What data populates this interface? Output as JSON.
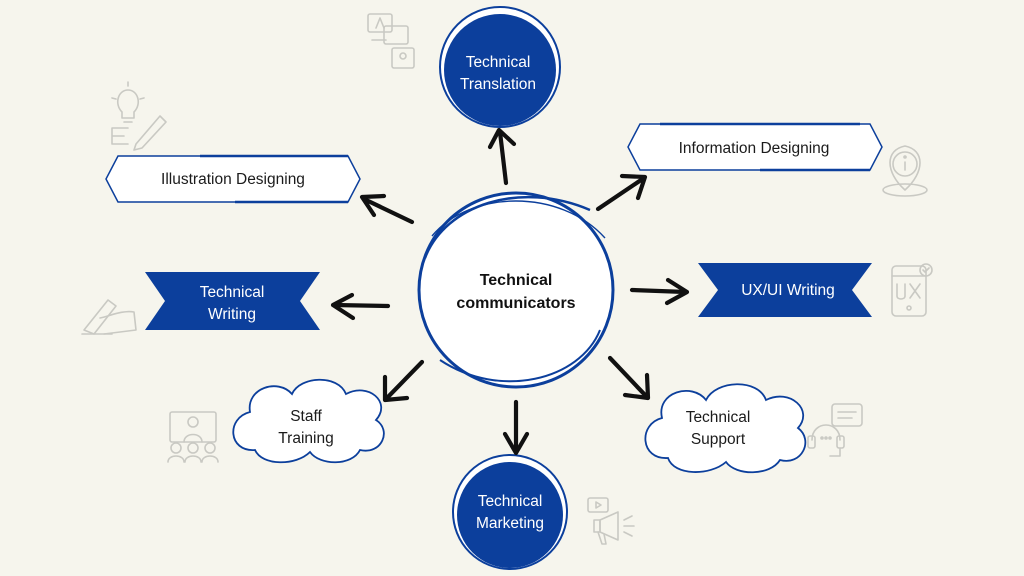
{
  "center": {
    "line1": "Technical",
    "line2": "communicators"
  },
  "nodes": {
    "translation": {
      "line1": "Technical",
      "line2": "Translation"
    },
    "information": {
      "label": "Information Designing"
    },
    "illustration": {
      "label": "Illustration Designing"
    },
    "writing": {
      "line1": "Technical",
      "line2": "Writing"
    },
    "ux": {
      "label": "UX/UI Writing"
    },
    "training": {
      "line1": "Staff",
      "line2": "Training"
    },
    "support": {
      "line1": "Technical",
      "line2": "Support"
    },
    "marketing": {
      "line1": "Technical",
      "line2": "Marketing"
    }
  },
  "colors": {
    "primary": "#0c3f9c",
    "background": "#f6f5ed",
    "arrow": "#111111",
    "icon": "#c9c9c3"
  },
  "icons": [
    "translate-icon",
    "lightbulb-pencil-icon",
    "info-location-icon",
    "writing-hand-icon",
    "ux-phone-icon",
    "video-training-icon",
    "headset-chat-icon",
    "megaphone-video-icon"
  ]
}
